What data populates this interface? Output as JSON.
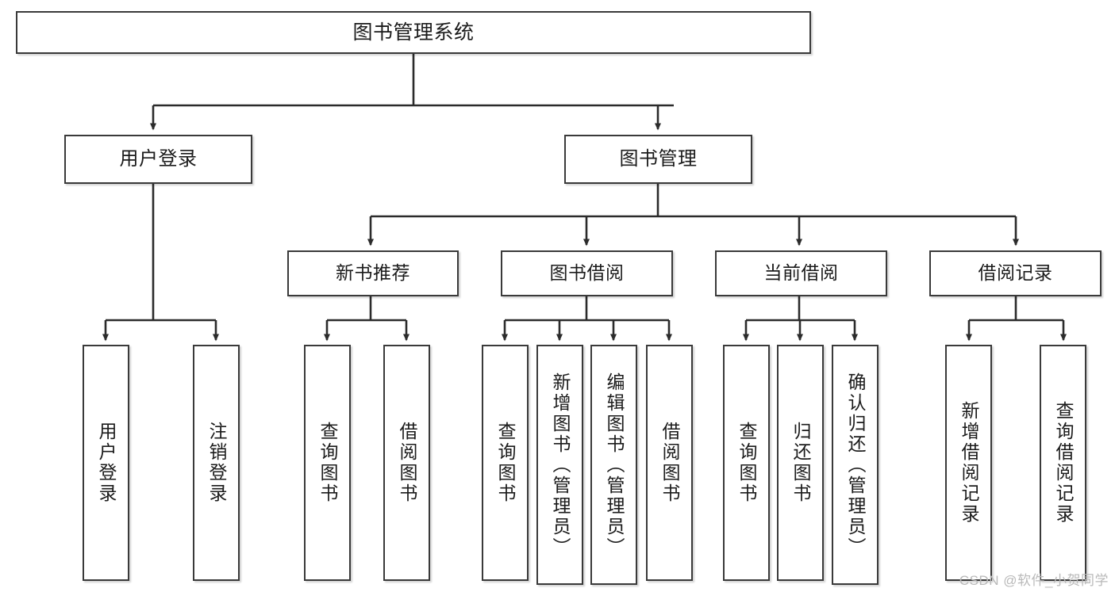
{
  "diagram": {
    "title": "图书管理系统",
    "type": "hierarchy-tree",
    "watermark": "CSDN @软件_小贺同学",
    "colors": {
      "border": "#3a3a3a",
      "box_fill": "#ffffff",
      "connector": "#2b2b2b",
      "text": "#1b1b1b",
      "watermark": "#b9b9b9"
    },
    "nodes": {
      "root": {
        "label": "图书管理系统",
        "level": 1
      },
      "user_login": {
        "label": "用户登录",
        "level": 2
      },
      "book_manage": {
        "label": "图书管理",
        "level": 2
      },
      "new_book_rec": {
        "label": "新书推荐",
        "level": 3
      },
      "book_borrow": {
        "label": "图书借阅",
        "level": 3
      },
      "current_borrow": {
        "label": "当前借阅",
        "level": 3
      },
      "borrow_record": {
        "label": "借阅记录",
        "level": 3
      },
      "leaf_user_login": {
        "label": "用户登录",
        "level": 4
      },
      "leaf_logout": {
        "label": "注销登录",
        "level": 4
      },
      "leaf_query_book_1": {
        "label": "查询图书",
        "level": 4
      },
      "leaf_borrow_book_1": {
        "label": "借阅图书",
        "level": 4
      },
      "leaf_query_book_2": {
        "label": "查询图书",
        "level": 4
      },
      "leaf_add_book": {
        "label": "新增图书（管理员）",
        "level": 4
      },
      "leaf_edit_book": {
        "label": "编辑图书（管理员）",
        "level": 4
      },
      "leaf_borrow_book_2": {
        "label": "借阅图书",
        "level": 4
      },
      "leaf_query_book_3": {
        "label": "查询图书",
        "level": 4
      },
      "leaf_return_book": {
        "label": "归还图书",
        "level": 4
      },
      "leaf_confirm_return": {
        "label": "确认归还（管理员）",
        "level": 4
      },
      "leaf_add_record": {
        "label": "新增借阅记录",
        "level": 4
      },
      "leaf_query_record": {
        "label": "查询借阅记录",
        "level": 4
      }
    }
  }
}
